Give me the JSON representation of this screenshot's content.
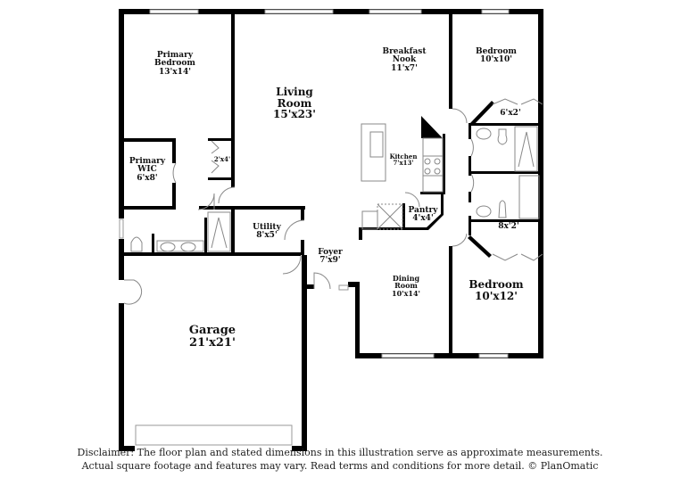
{
  "floorplan": {
    "rooms": [
      {
        "id": "primary-bedroom",
        "name": "Primary Bedroom",
        "lines": [
          "Primary",
          "Bedroom"
        ],
        "size": "13'x14'"
      },
      {
        "id": "living-room",
        "name": "Living Room",
        "lines": [
          "Living",
          "Room"
        ],
        "size": "15'x23'"
      },
      {
        "id": "breakfast-nook",
        "name": "Breakfast Nook",
        "lines": [
          "Breakfast",
          "Nook"
        ],
        "size": "11'x7'"
      },
      {
        "id": "bedroom-2",
        "name": "Bedroom",
        "lines": [
          "Bedroom"
        ],
        "size": "10'x10'"
      },
      {
        "id": "closet-6x2",
        "name": "Closet",
        "lines": [],
        "size": "6'x2'"
      },
      {
        "id": "primary-wic",
        "name": "Primary WIC",
        "lines": [
          "Primary",
          "WIC"
        ],
        "size": "6'x8'"
      },
      {
        "id": "closet-2x4",
        "name": "Closet",
        "lines": [],
        "size": "2'x4'"
      },
      {
        "id": "kitchen",
        "name": "Kitchen",
        "lines": [
          "Kitchen"
        ],
        "size": "7'x13'"
      },
      {
        "id": "pantry",
        "name": "Pantry",
        "lines": [
          "Pantry"
        ],
        "size": "4'x4'"
      },
      {
        "id": "utility",
        "name": "Utility",
        "lines": [
          "Utility"
        ],
        "size": "8'x5'"
      },
      {
        "id": "foyer",
        "name": "Foyer",
        "lines": [
          "Foyer"
        ],
        "size": "7'x9'"
      },
      {
        "id": "closet-8x2",
        "name": "Closet",
        "lines": [],
        "size": "8x'2'"
      },
      {
        "id": "dining-room",
        "name": "Dining Room",
        "lines": [
          "Dining",
          "Room"
        ],
        "size": "10'x14'"
      },
      {
        "id": "bedroom-3",
        "name": "Bedroom",
        "lines": [
          "Bedroom"
        ],
        "size": "10'x12'"
      },
      {
        "id": "garage",
        "name": "Garage",
        "lines": [
          "Garage"
        ],
        "size": "21'x21'"
      }
    ]
  },
  "disclaimer": {
    "line1": "Disclaimer: The floor plan and stated dimensions in this illustration serve as approximate measurements.",
    "line2": "Actual square footage and features may vary. Read terms and conditions for more detail. © PlanOmatic"
  },
  "colors": {
    "wall": "#000000",
    "fixture": "#888888",
    "window": "#999999",
    "background": "#ffffff"
  }
}
